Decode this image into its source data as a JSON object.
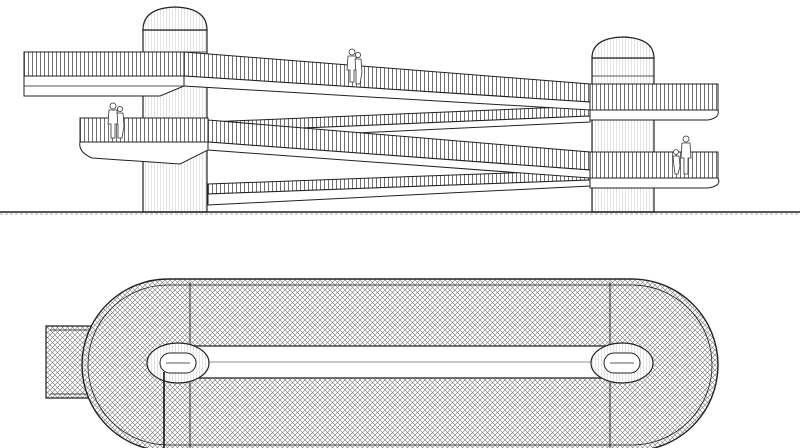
{
  "drawing": {
    "views": [
      {
        "name": "elevation"
      },
      {
        "name": "plan"
      }
    ],
    "figures_count": 6
  },
  "colors": {
    "line": "#222222",
    "hatch": "#6b6b6b",
    "fill": "#ffffff",
    "background": "#ffffff"
  }
}
